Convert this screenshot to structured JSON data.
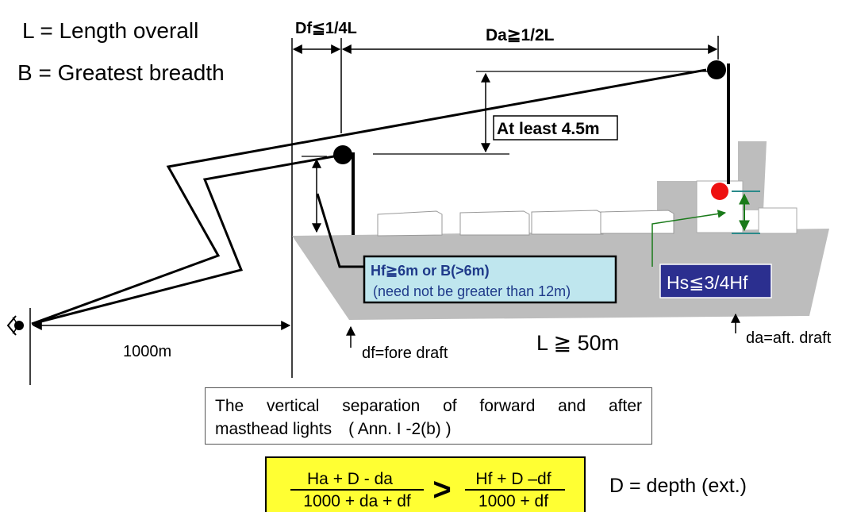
{
  "legend": {
    "l_def": "L = Length overall",
    "b_def": "B = Greatest breadth"
  },
  "dims": {
    "df_rule": "Df≦1/4L",
    "da_rule": "Da≧1/2L",
    "at_least": "At least 4.5m",
    "distance": "1000m",
    "length_rule": "L ≧ 50m",
    "fore_draft": "df=fore draft",
    "aft_draft": "da=aft. draft"
  },
  "hf_box": {
    "line1": "Hf≧6m or B(>6m)",
    "line2": "(need not be greater than 12m)"
  },
  "hs_box": {
    "text": "Hs≦3/4Hf"
  },
  "description": {
    "line1": "The vertical separation of forward and after",
    "line2": "masthead lights　( Ann. I -2(b) )"
  },
  "formula": {
    "left_num": "Ha + D - da",
    "left_den": "1000 + da + df",
    "operator": ">",
    "right_num": "Hf + D –df",
    "right_den": "1000 + df",
    "depth_def": "D = depth (ext.)"
  },
  "colors": {
    "hull": "#bdbdbd",
    "hf_box_fill": "#bfe6ee",
    "hf_box_text": "#1f3a8a",
    "hs_box_fill": "#2b2f8f",
    "formula_fill": "#ffff33",
    "green_arrow": "#1a7a1a",
    "teal_marker": "#2a8a8a",
    "side_light": "#ee1111"
  }
}
